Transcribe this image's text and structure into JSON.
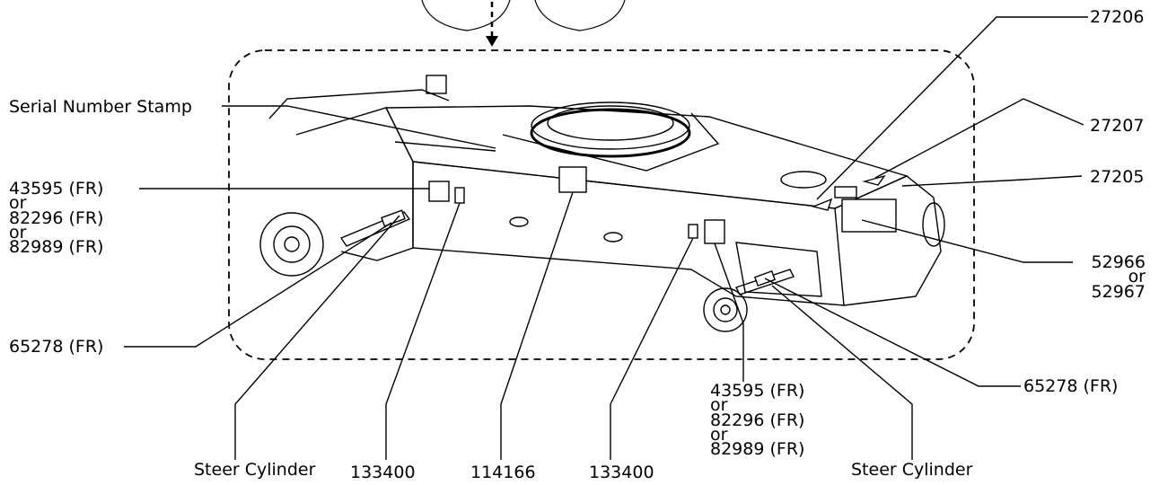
{
  "labels": {
    "decal_27206": "27206",
    "decal_27207": "27207",
    "decal_27205": "27205",
    "serial_number_stamp": "Serial Number Stamp",
    "left_decal_group": {
      "line1": "43595 (FR)",
      "line2": "or",
      "line3": "82296 (FR)",
      "line4": "or",
      "line5": "82989 (FR)"
    },
    "left_65278": "65278 (FR)",
    "right_65278": "65278 (FR)",
    "right_52966_group": {
      "line1": "52966",
      "line2": "or",
      "line3": "52967"
    },
    "bottom_steer_cylinder_left": "Steer Cylinder",
    "bottom_133400_left": "133400",
    "bottom_114166": "114166",
    "bottom_133400_right": "133400",
    "bottom_decal_group": {
      "line1": "43595 (FR)",
      "line2": "or",
      "line3": "82296 (FR)",
      "line4": "or",
      "line5": "82989 (FR)"
    },
    "bottom_steer_cylinder_right": "Steer Cylinder"
  }
}
